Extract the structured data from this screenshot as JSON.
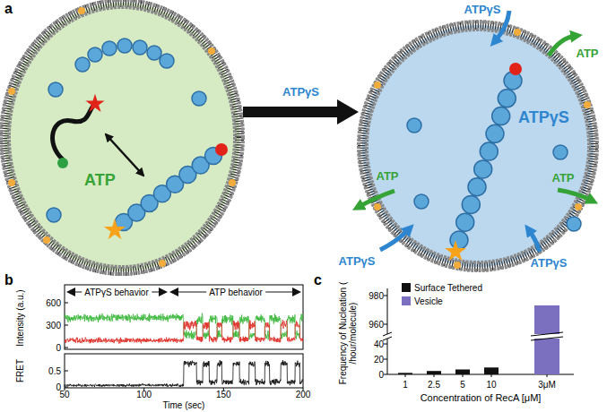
{
  "diagram": {
    "nodes": [
      {
        "text": [
          "ATP"
        ]
      },
      {
        "text": [
          "ATPγS"
        ]
      }
    ],
    "edges": [
      {
        "from": 0,
        "to": 1,
        "arrow": "to",
        "label": "ATPγS"
      }
    ],
    "labels": [
      "a",
      "ATPγS",
      "ATP",
      "ATP",
      "ATP",
      "ATPγS",
      "ATPγS",
      "b",
      "Intensity (a.u.)",
      "600",
      "300",
      "0",
      "ATPγS behavior",
      "ATP behavior",
      "FRET",
      "0.5",
      "0",
      "50",
      "100",
      "150",
      "200",
      "Time (sec)",
      "c",
      "Frequency of Nucleation ( /hour/molecule)",
      "980",
      "960",
      "40",
      "20",
      "0",
      "1",
      "2.5",
      "5",
      "10",
      "3μM",
      "Concentration of RecA [μM]"
    ],
    "legend": [
      {
        "text": "Surface Tethered",
        "color": "#111111"
      },
      {
        "text": "Vesicle",
        "color": "#7b6fc0"
      }
    ]
  }
}
